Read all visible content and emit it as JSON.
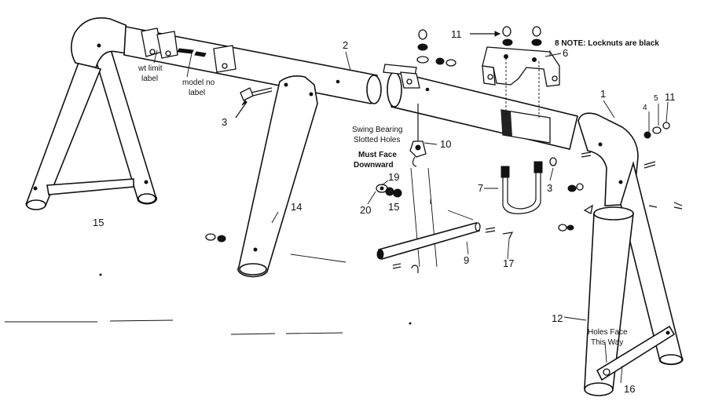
{
  "labels": {
    "p1": "1",
    "p2": "2",
    "p3a": "3",
    "p3b": "3",
    "p4": "4",
    "p5": "5",
    "p6": "6",
    "p7": "7",
    "p8_note": "8 NOTE: Locknuts are black",
    "p9": "9",
    "p10": "10",
    "p11a": "11",
    "p11b": "11",
    "p12": "12",
    "p14": "14",
    "p15": "15",
    "p15b": "15",
    "p16": "16",
    "p17": "17",
    "p19": "19",
    "p20": "20",
    "wt_limit_1": "wt limit",
    "wt_limit_2": "label",
    "model_no_1": "model no",
    "model_no_2": "label",
    "swing_bearing_1": "Swing Bearing",
    "swing_bearing_2": "Slotted Holes",
    "must_face_1": "Must Face",
    "must_face_2": "Downward",
    "holes_face_1": "Holes Face",
    "holes_face_2": "This Way"
  }
}
